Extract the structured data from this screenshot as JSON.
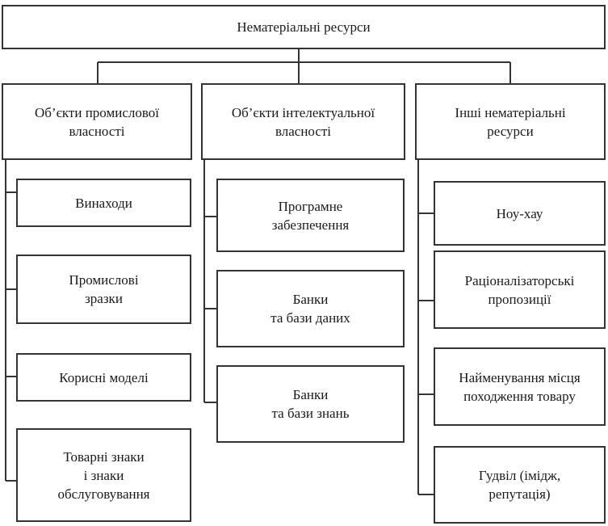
{
  "root": {
    "label": "Нематеріальні ресурси"
  },
  "categories": [
    {
      "label": "Об’єкти промислової\nвласності",
      "items": [
        "Винаходи",
        "Промислові\nзразки",
        "Корисні моделі",
        "Товарні знаки\nі знаки\nобслуговування"
      ]
    },
    {
      "label": "Об’єкти інтелектуальної\nвласності",
      "items": [
        "Програмне\nзабезпечення",
        "Банки\nта бази даних",
        "Банки\nта бази знань"
      ]
    },
    {
      "label": "Інші нематеріальні\nресурси",
      "items": [
        "Ноу-хау",
        "Раціоналізаторські\nпропозиції",
        "Найменування місця\nпоходження товару",
        "Гудвіл (імідж,\nрепутація)"
      ]
    }
  ]
}
